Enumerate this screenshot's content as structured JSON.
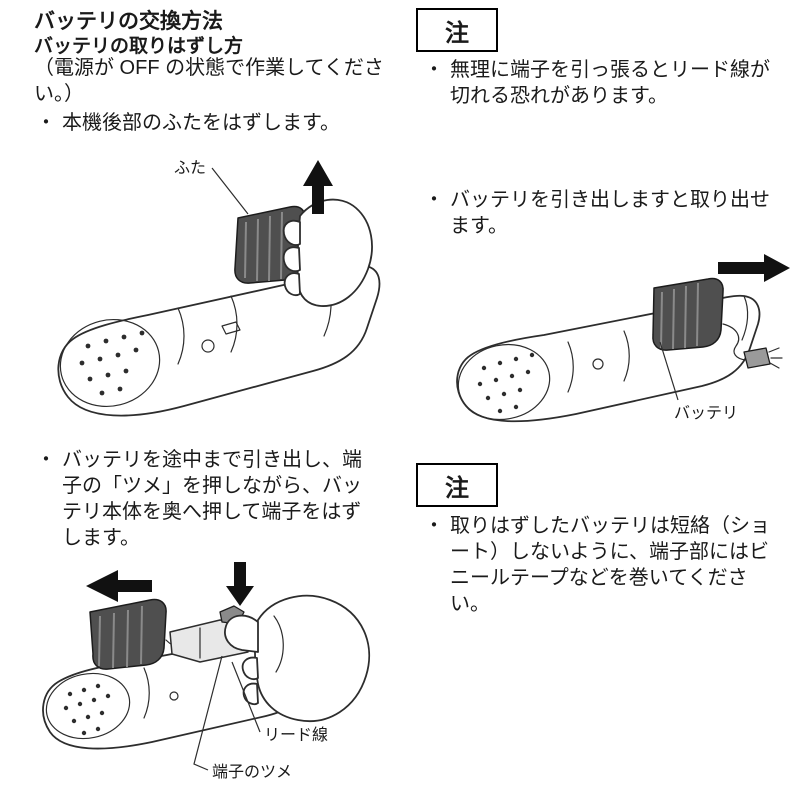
{
  "doc": {
    "title": "バッテリの交換方法",
    "subtitle": "バッテリの取りはずし方",
    "power_note": "（電源が OFF の状態で作業してください。）",
    "bullet": "・",
    "steps": {
      "remove_lid": "本機後部のふたをはずします。",
      "remove_terminal": "バッテリを途中まで引き出し、端子の「ツメ」を押しながら、バッテリ本体を奥へ押して端子をはずします。"
    },
    "note1": {
      "title": "注",
      "items": [
        "無理に端子を引っ張るとリード線が切れる恐れがあります。",
        "バッテリを引き出しますと取り出せます。"
      ]
    },
    "note2": {
      "title": "注",
      "items": [
        "取りはずしたバッテリは短絡（ショート）しないように、端子部にはビニールテープなどを巻いてください。"
      ]
    },
    "labels": {
      "lid": "ふた",
      "battery": "バッテリ",
      "lead_wire": "リード線",
      "terminal_claw": "端子のツメ"
    }
  }
}
